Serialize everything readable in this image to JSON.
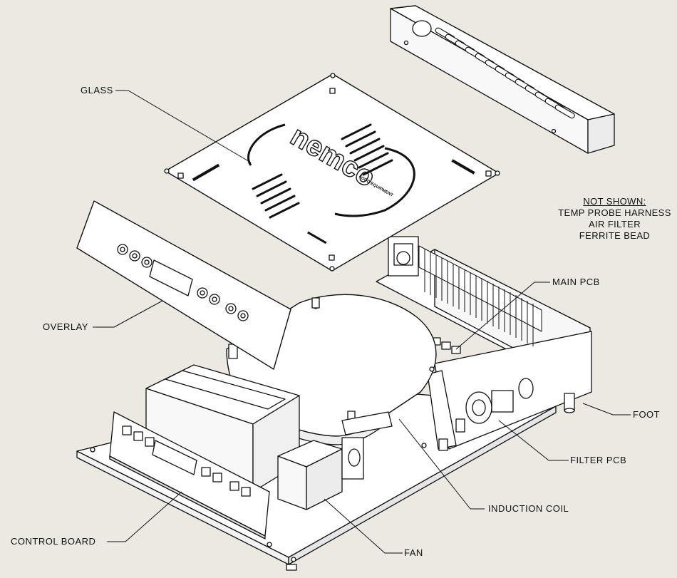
{
  "labels": {
    "glass": "GLASS",
    "overlay": "OVERLAY",
    "control_board": "CONTROL BOARD",
    "fan": "FAN",
    "induction_coil": "INDUCTION COIL",
    "filter_pcb": "FILTER PCB",
    "foot": "FOOT",
    "main_pcb": "MAIN PCB"
  },
  "not_shown": {
    "heading": "NOT SHOWN:",
    "items": [
      "TEMP PROBE HARNESS",
      "AIR FILTER",
      "FERRITE BEAD"
    ]
  },
  "logo": {
    "brand": "nemco",
    "sub": "FOOD EQUIPMENT"
  },
  "colors": {
    "background": "#ebe9e2",
    "line": "#111111",
    "fill": "#ffffff"
  }
}
